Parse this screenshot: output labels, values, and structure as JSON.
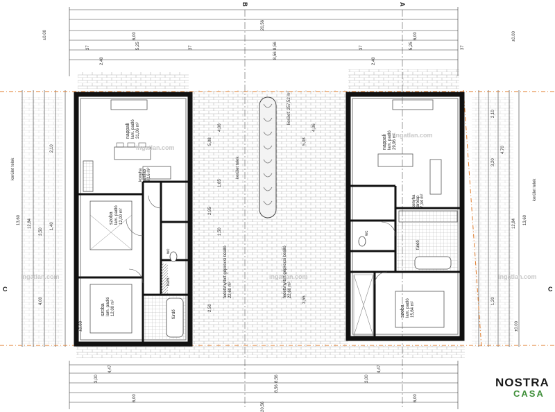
{
  "sections": {
    "a": "A",
    "b": "B",
    "c": "C"
  },
  "elevation": "±0.00",
  "lot": {
    "label": "kerület: 257,52 m²",
    "boundary": "kerület telek"
  },
  "dims": {
    "d_6_00": "6,00",
    "d_5_25": "5,25",
    "d_8_56": "8,56",
    "d_2_40": "2,40",
    "d_37": "37",
    "d_20_56": "20,56",
    "d_4_06": "4,06",
    "d_5_08": "5,08",
    "d_12_84": "12,84",
    "d_13_60": "13,60",
    "d_3_50": "3,50",
    "d_4_00": "4,00",
    "d_1_85": "1,85",
    "d_2_95": "2,95",
    "d_1_50": "1,50",
    "d_3_55": "3,55",
    "d_2_50": "2,50",
    "d_4_47": "4,47",
    "d_3_00": "3,00",
    "d_2_10": "2,10",
    "d_4_70": "4,70",
    "d_3_20": "3,20",
    "d_1_20": "1,20",
    "d_1_40": "1,40"
  },
  "rooms": {
    "left": [
      {
        "name": "nappali",
        "area": "31,06 m²",
        "floor": "lam. padló"
      },
      {
        "name": "konyha",
        "area": "9,16 m²",
        "floor": "járólap"
      },
      {
        "name": "szoba",
        "area": "12,00 m²",
        "floor": "lam. padló"
      },
      {
        "name": "szoba",
        "area": "12,00 m²",
        "floor": "lam. padló"
      },
      {
        "name": "fedett/nyitott gépkocsi beálló",
        "area": "22,60 m²",
        "floor": ""
      },
      {
        "name": "fürdő",
        "area": "",
        "floor": ""
      },
      {
        "name": "wc",
        "area": "",
        "floor": ""
      },
      {
        "name": "kam.",
        "area": "",
        "floor": ""
      }
    ],
    "right": [
      {
        "name": "nappali",
        "area": "29,96 m²",
        "floor": "lam. padló"
      },
      {
        "name": "konyha",
        "area": "7,34 m²",
        "floor": "járólap"
      },
      {
        "name": "szoba",
        "area": "15,64 m²",
        "floor": "lam. padló"
      },
      {
        "name": "fedett/nyitott gépkocsi beálló",
        "area": "22,60 m²",
        "floor": ""
      },
      {
        "name": "fürdő",
        "area": "",
        "floor": ""
      },
      {
        "name": "wc",
        "area": "",
        "floor": ""
      }
    ]
  },
  "watermark": "ingatlan.com",
  "logo": {
    "line1": "NOSTRA",
    "line2": "CASA"
  }
}
